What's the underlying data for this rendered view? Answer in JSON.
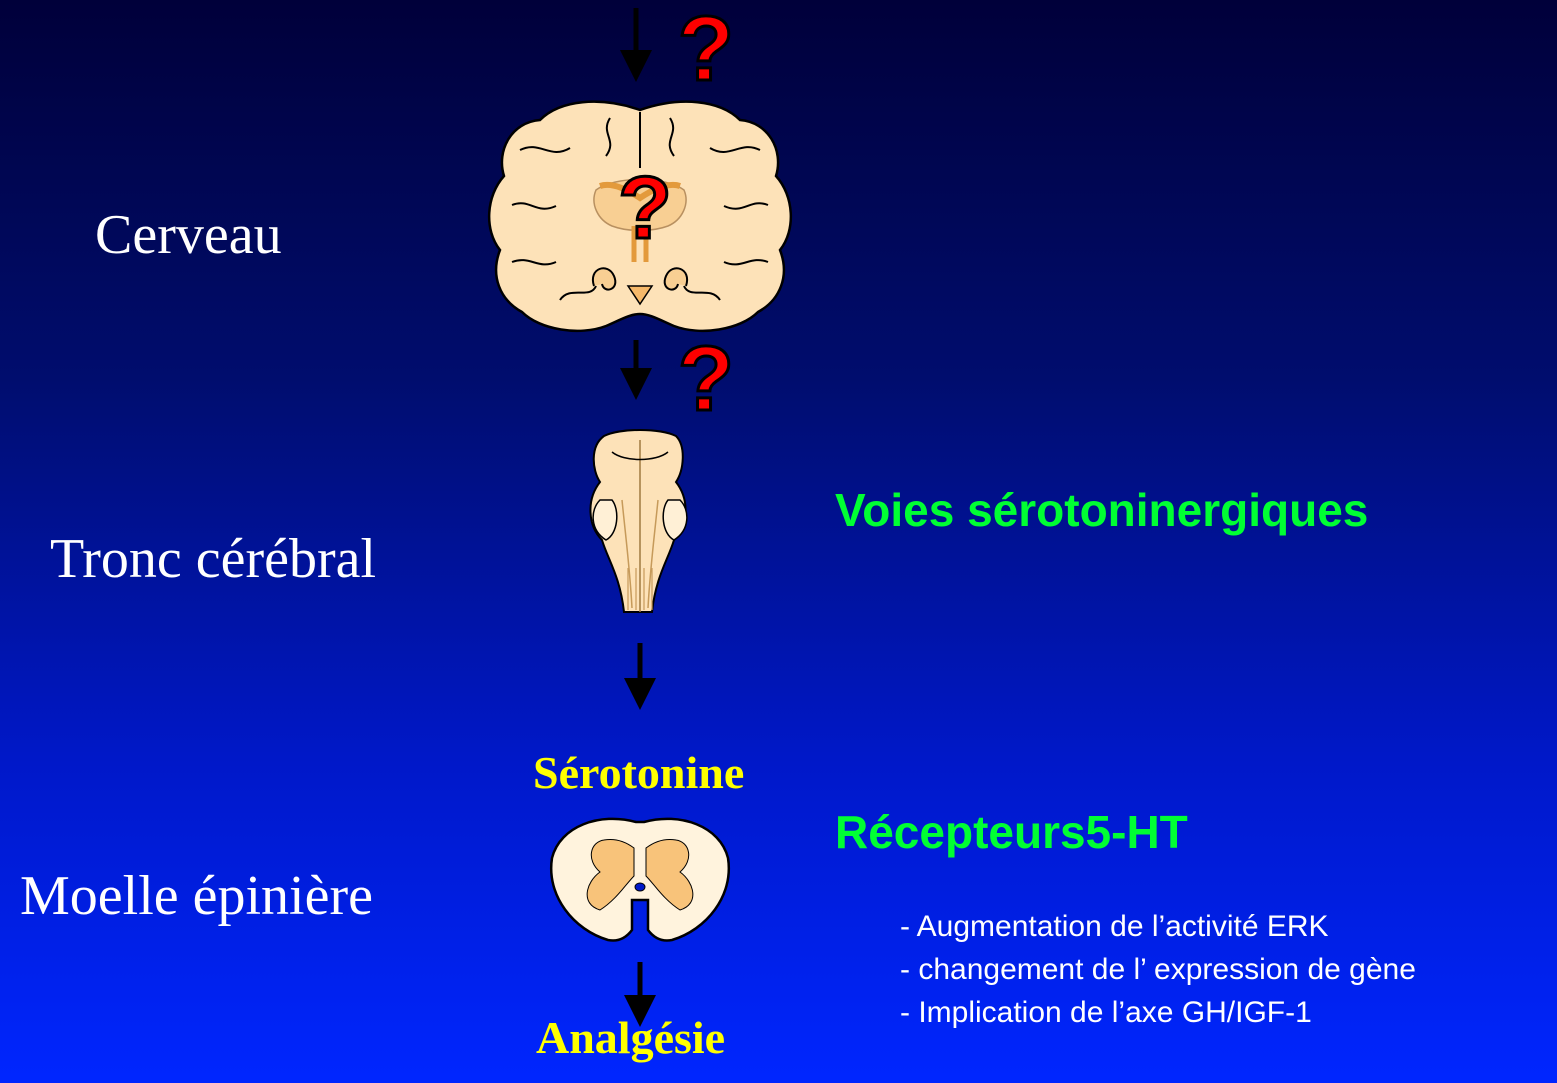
{
  "regions": {
    "brain": "Cerveau",
    "brainstem": "Tronc cérébral",
    "spinal_cord": "Moelle épinière"
  },
  "signals": {
    "serotonin": "Sérotonine",
    "analgesia": "Analgésie"
  },
  "pathways": {
    "serotonergic": "Voies sérotoninergiques",
    "receptors": "Récepteurs5-HT"
  },
  "effects": [
    "- Augmentation de l’activité ERK",
    "- changement de l’ expression de gène",
    "- Implication de l’axe GH/IGF-1"
  ],
  "question_mark": "?",
  "colors": {
    "background_top": "#00003a",
    "background_bottom": "#0026ff",
    "tissue": "#fde2b8",
    "tissue_dark": "#f6b96a",
    "question_mark": "#ff0000",
    "green": "#00ff33",
    "yellow": "#ffff00"
  }
}
